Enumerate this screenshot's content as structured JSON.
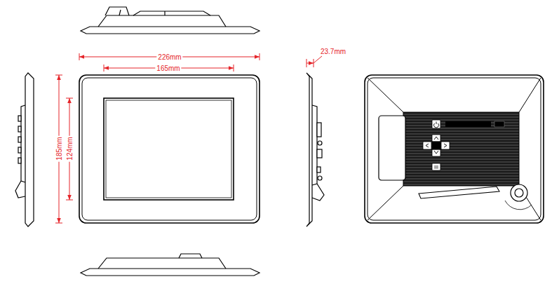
{
  "diagram": {
    "labels": [
      "226mm",
      "165mm",
      "23.7mm",
      "185mm",
      "124mm"
    ]
  }
}
